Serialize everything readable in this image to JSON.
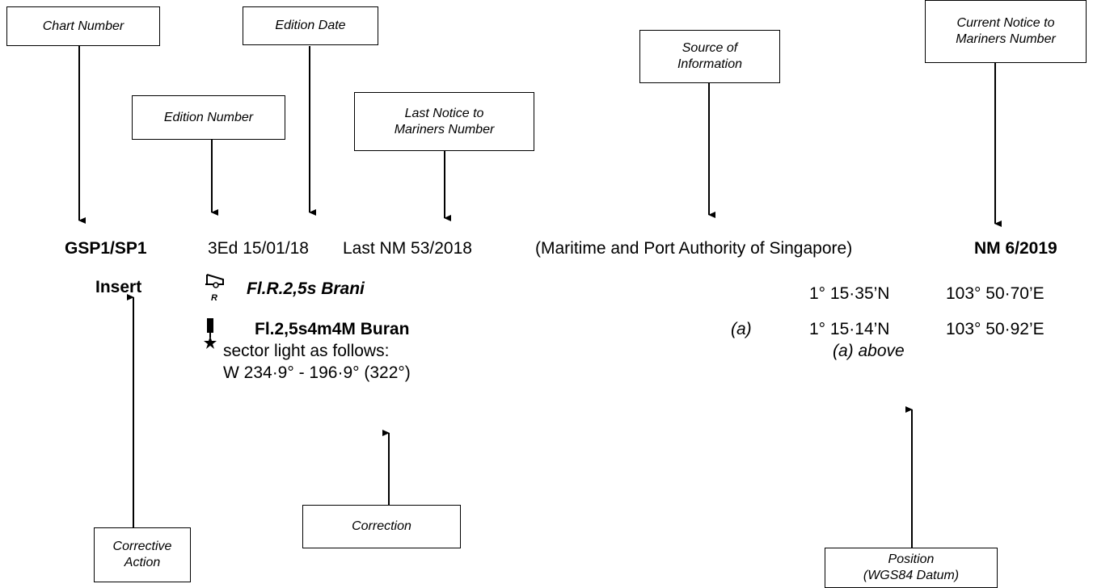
{
  "labels": {
    "chart_number": "Chart Number",
    "edition_date": "Edition Date",
    "edition_number": "Edition Number",
    "last_nm_line1": "Last Notice to",
    "last_nm_line2": "Mariners Number",
    "source_line1": "Source of",
    "source_line2": "Information",
    "current_nm_line1": "Current Notice to",
    "current_nm_line2": "Mariners Number",
    "corrective_line1": "Corrective",
    "corrective_line2": "Action",
    "correction": "Correction",
    "position_line1": "Position",
    "position_line2": "(WGS84 Datum)"
  },
  "header_line": {
    "chart_number": "GSP1/SP1",
    "edition_info": "3Ed 15/01/18",
    "last_nm": "Last NM 53/2018",
    "source": "(Maritime and Port Authority of Singapore)",
    "current_nm": "NM 6/2019"
  },
  "correction": {
    "action": "Insert",
    "item1": {
      "symbol_letter": "R",
      "text": "Fl.R.2,5s  Brani",
      "lat": "1° 15·35’N",
      "lon": "103° 50·70’E"
    },
    "item2": {
      "text": "Fl.2,5s4m4M  Buran",
      "detail1": "sector light as follows:",
      "detail2": "W 234·9° - 196·9° (322°)",
      "note_marker": "(a)",
      "lat": "1° 15·14’N",
      "lon": "103° 50·92’E",
      "note_ref": "(a)  above"
    }
  }
}
